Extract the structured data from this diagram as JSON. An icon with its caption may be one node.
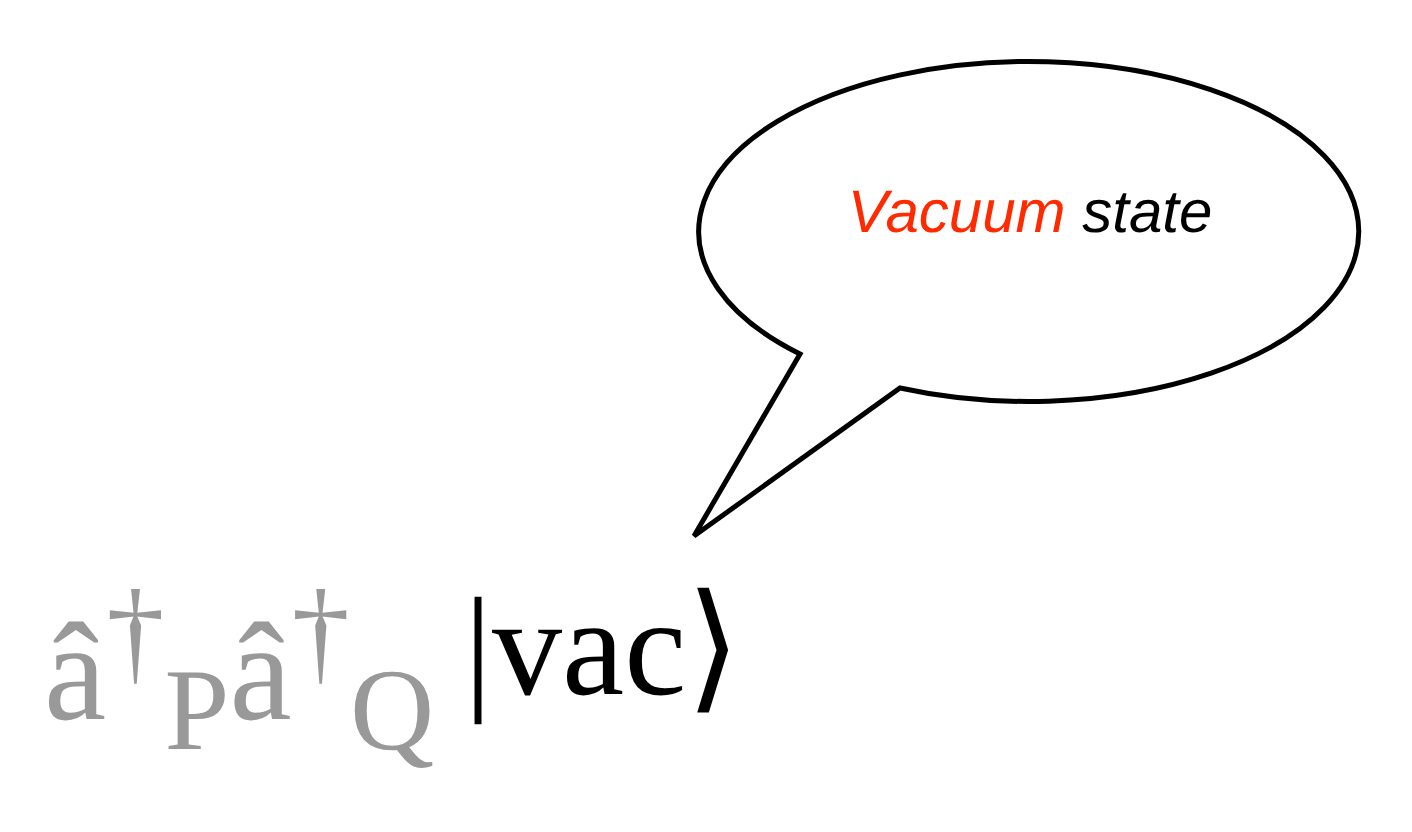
{
  "diagram": {
    "nodes": [
      {
        "text": [
          "Vacuum",
          "state"
        ]
      }
    ],
    "labels": [
      "â$^{†}$$_{P}$â$^{†}$$_{Q}$",
      "|vac⟩"
    ]
  }
}
